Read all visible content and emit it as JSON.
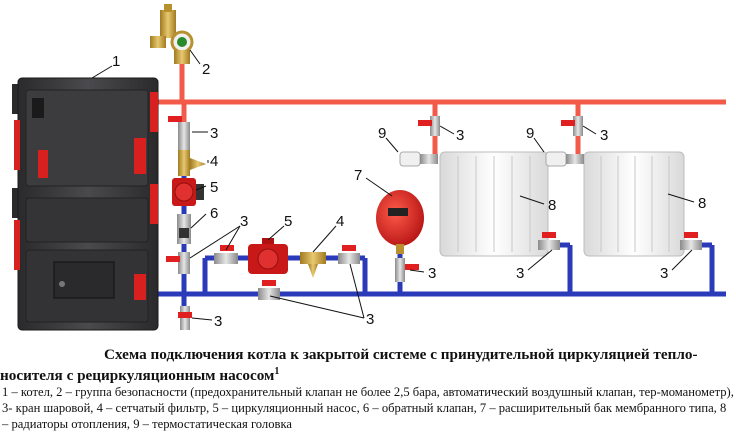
{
  "labels": {
    "boiler": "1",
    "safety_group": "2",
    "ball_valve": "3",
    "filter": "4",
    "pump": "5",
    "check_valve": "6",
    "expansion_tank": "7",
    "radiator": "8",
    "thermo_head": "9"
  },
  "caption": {
    "title_line1": "Схема подключения котла к закрытой системе с принудительной циркуляцией тепло-",
    "title_line2": "носителя с рециркуляционным насосом",
    "title_note": "1",
    "legend": "1 – котел, 2 – группа безопасности (предохранительный клапан не более 2,5 бара, автоматический воздушный клапан, тер-моманометр), 3- кран шаровой, 4 – сетчатый фильтр, 5 – циркуляционный насос, 6 – обратный клапан, 7 – расширительный бак мембранного типа, 8 – радиаторы отопления, 9 – термостатическая головка"
  },
  "colors": {
    "supply_pipe": "#f25a4a",
    "return_pipe": "#2a3ab8",
    "boiler_body": "#3a3a3c",
    "boiler_accent": "#d8201e",
    "tank": "#e01e1e",
    "radiator": "#eeeeee",
    "brass": "#c9a040"
  }
}
